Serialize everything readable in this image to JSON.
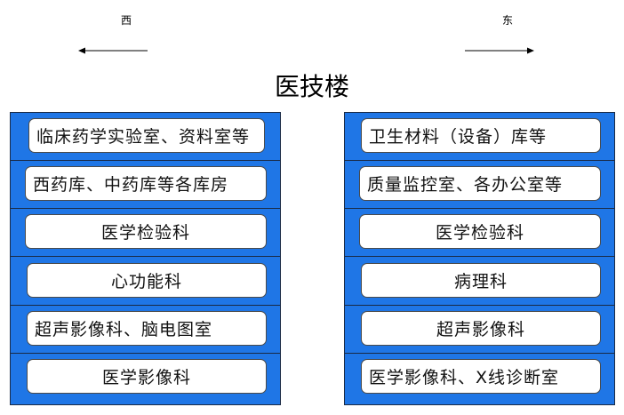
{
  "compass": {
    "west": "西",
    "east": "东"
  },
  "title": "医技楼",
  "west_rooms": [
    "临床药学实验室、资料室等",
    "西药库、中药库等各库房",
    "医学检验科",
    "心功能科",
    "超声影像科、脑电图室",
    "医学影像科"
  ],
  "east_rooms": [
    "卫生材料（设备）库等",
    "质量监控室、各办公室等",
    "医学检验科",
    "病理科",
    "超声影像科",
    "医学影像科、X线诊断室"
  ],
  "colors": {
    "panel": "#1f76e6",
    "room_fill": "#ffffff",
    "border": "#1a2a44"
  }
}
